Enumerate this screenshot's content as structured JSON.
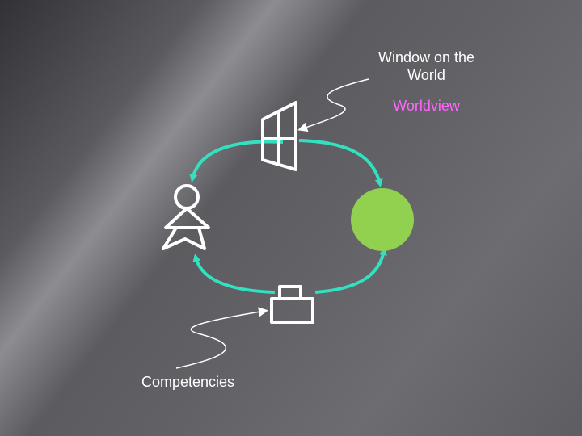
{
  "labels": {
    "window": "Window on the\nWorld",
    "worldview": "Worldview",
    "competencies": "Competencies"
  },
  "colors": {
    "arrow": "#33e0c0",
    "globe": "#92d050",
    "worldview_text": "#ff66ff",
    "icon_stroke": "#ffffff"
  }
}
